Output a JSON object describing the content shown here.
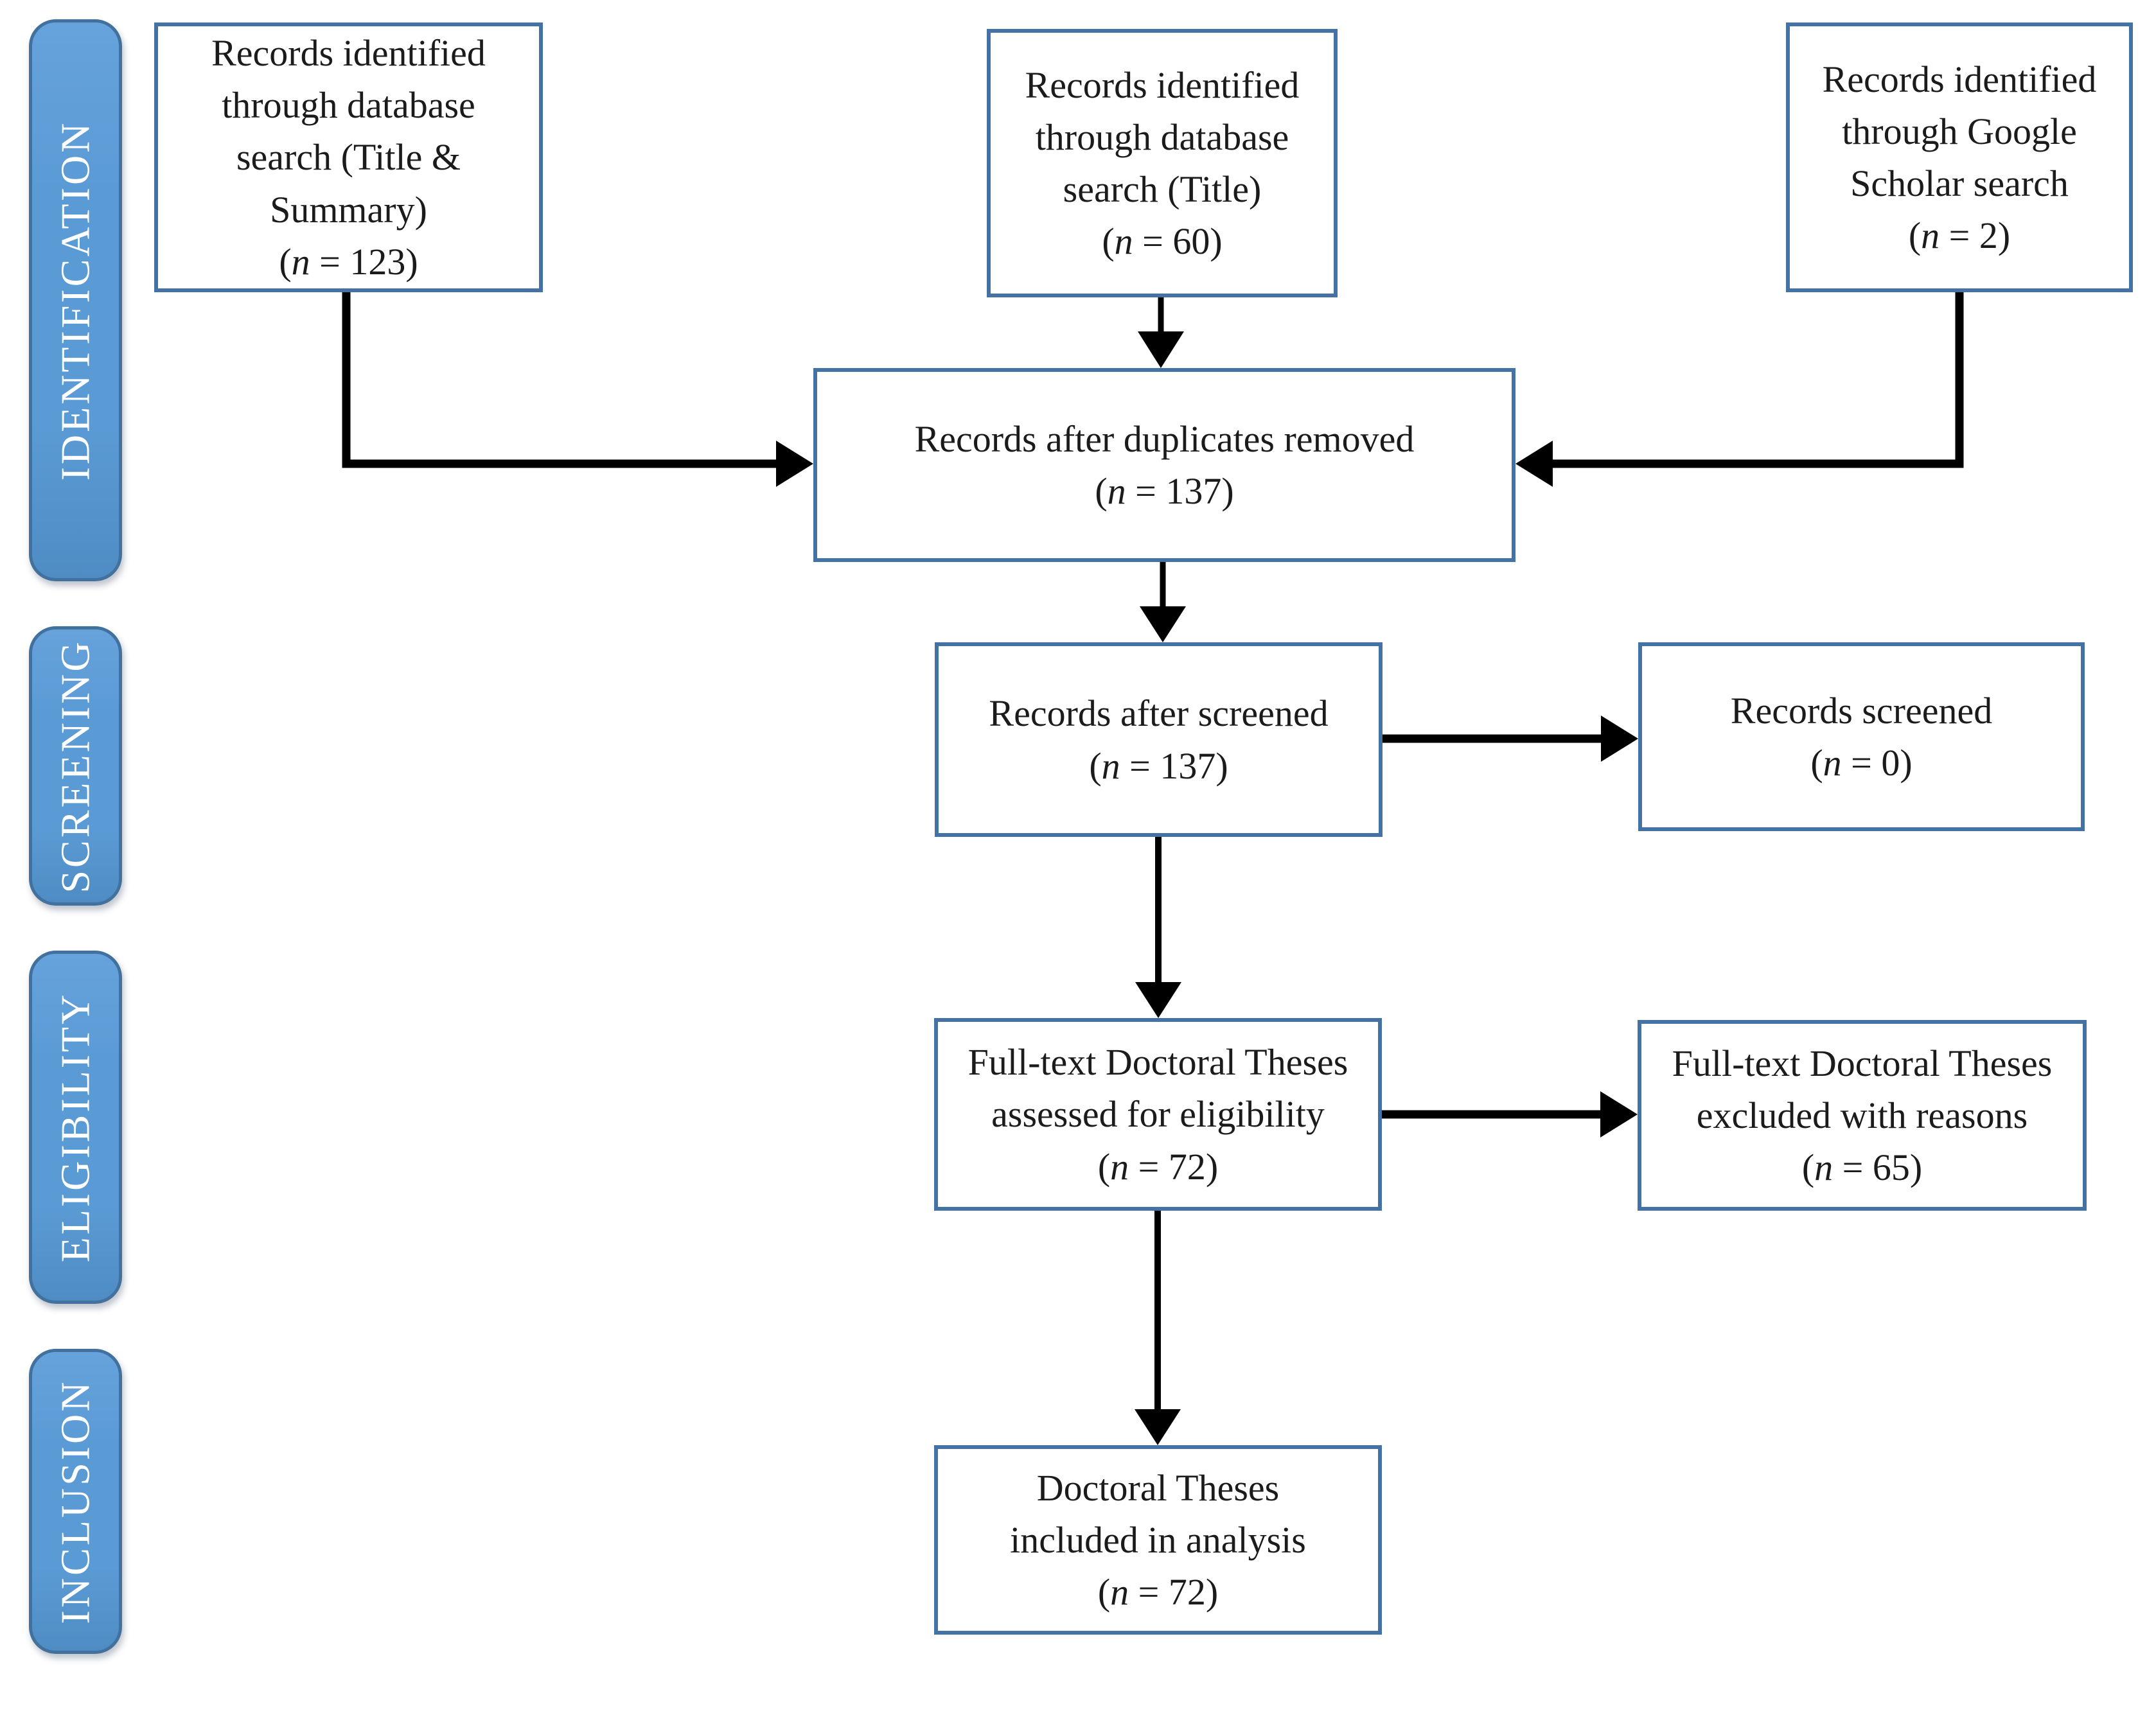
{
  "colors": {
    "stage_fill": "#5B9BD5",
    "stage_border": "#41719C",
    "box_border": "#4472A4",
    "box_background": "#FFFFFF",
    "text": "#1B1B1B",
    "stage_text": "#FFFFFF",
    "arrow": "#000000"
  },
  "stages": [
    {
      "label": "IDENTIFICATION"
    },
    {
      "label": "SCREENING"
    },
    {
      "label": "ELIGIBILITY"
    },
    {
      "label": "INCLUSION"
    }
  ],
  "boxes": [
    {
      "id": "records-db-title-summary",
      "label": "Records identified\nthrough database\nsearch (Title &\nSummary)",
      "n_open": "(",
      "n_var": "n",
      "n_rest": " = 123)"
    },
    {
      "id": "records-db-title",
      "label": "Records identified\nthrough database\nsearch (Title)",
      "n_open": "(",
      "n_var": "n",
      "n_rest": " = 60)"
    },
    {
      "id": "records-google-scholar",
      "label": "Records identified\nthrough Google\nScholar search",
      "n_open": "(",
      "n_var": "n",
      "n_rest": " = 2)"
    },
    {
      "id": "duplicates-removed",
      "label": "Records after duplicates removed",
      "n_open": "(",
      "n_var": "n",
      "n_rest": " = 137)"
    },
    {
      "id": "records-after-screened",
      "label": "Records after screened",
      "n_open": "(",
      "n_var": "n",
      "n_rest": " = 137)"
    },
    {
      "id": "records-screened",
      "label": "Records screened",
      "n_open": "(",
      "n_var": "n",
      "n_rest": " = 0)"
    },
    {
      "id": "fulltext-assessed",
      "label": "Full-text Doctoral Theses\nassessed for eligibility",
      "n_open": "(",
      "n_var": "n",
      "n_rest": " = 72)"
    },
    {
      "id": "fulltext-excluded",
      "label": "Full-text Doctoral Theses\nexcluded with reasons",
      "n_open": "(",
      "n_var": "n",
      "n_rest": " = 65)"
    },
    {
      "id": "included-in-analysis",
      "label": "Doctoral Theses\nincluded in analysis",
      "n_open": "(",
      "n_var": "n",
      "n_rest": " = 72)"
    }
  ]
}
